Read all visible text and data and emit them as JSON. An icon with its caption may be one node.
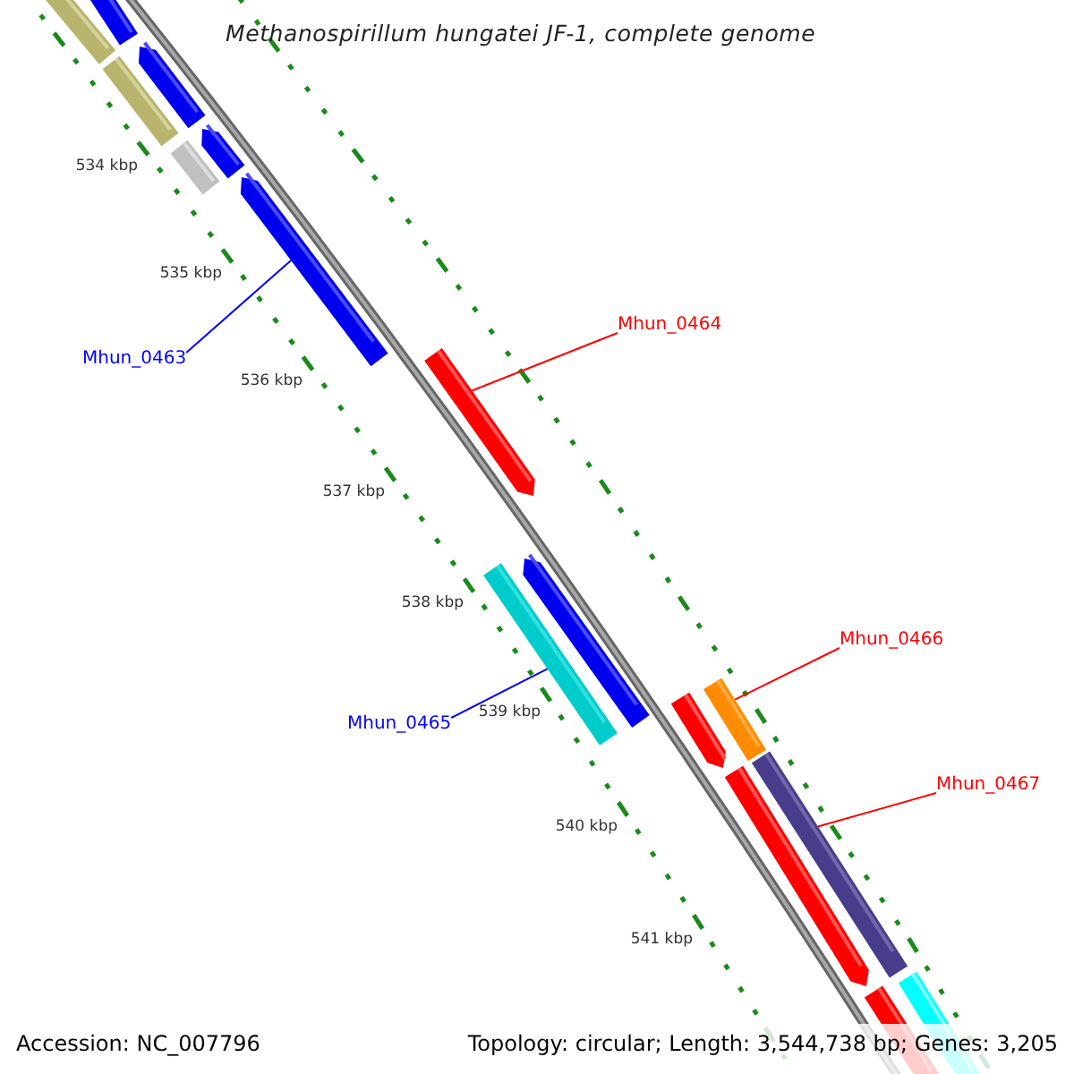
{
  "diagram": {
    "title": "Methanospirillum hungatei JF-1, complete genome",
    "nodes": [
      {
        "text": [],
        "shape": "bar"
      },
      {
        "text": [],
        "shape": "bar"
      },
      {
        "text": [],
        "shape": "bar"
      },
      {
        "text": [],
        "shape": "bar"
      },
      {
        "text": [],
        "shape": "bar"
      },
      {
        "text": [],
        "shape": "bar"
      },
      {
        "text": [],
        "shape": "bar"
      },
      {
        "text": [
          "Mhun_0463"
        ]
      },
      {
        "text": [
          "Mhun_0464"
        ]
      },
      {
        "text": [],
        "shape": "bar"
      },
      {
        "text": [],
        "shape": "bar"
      },
      {
        "text": [],
        "shape": "bar"
      },
      {
        "text": [
          "Mhun_0465"
        ]
      },
      {
        "text": [
          "Mhun_0466"
        ]
      },
      {
        "text": [],
        "shape": "bar"
      },
      {
        "text": [],
        "shape": "bar"
      },
      {
        "text": [
          "Mhun_0467"
        ]
      },
      {
        "text": [],
        "shape": "bar"
      },
      {
        "text": [],
        "shape": "bar"
      },
      {
        "text": [],
        "shape": "bar"
      },
      {
        "text": [],
        "shape": "bar"
      }
    ],
    "edges": [
      {
        "from": 7,
        "to": 6,
        "arrow": "none",
        "color": "#0000ff"
      },
      {
        "from": 8,
        "to": 9,
        "arrow": "none"
      },
      {
        "from": 12,
        "to": 11,
        "arrow": "none",
        "color": "#0000ff"
      },
      {
        "from": 13,
        "to": 14,
        "arrow": "none"
      },
      {
        "from": 16,
        "to": 17,
        "arrow": "none"
      }
    ],
    "labels": [
      "534 kbp",
      "535 kbp",
      "536 kbp",
      "537 kbp",
      "538 kbp",
      "539 kbp",
      "540 kbp",
      "541 kbp",
      "Accession: NC_007796",
      "Topology: circular; Length: 3,544,738 bp; Genes: 3,205"
    ]
  }
}
